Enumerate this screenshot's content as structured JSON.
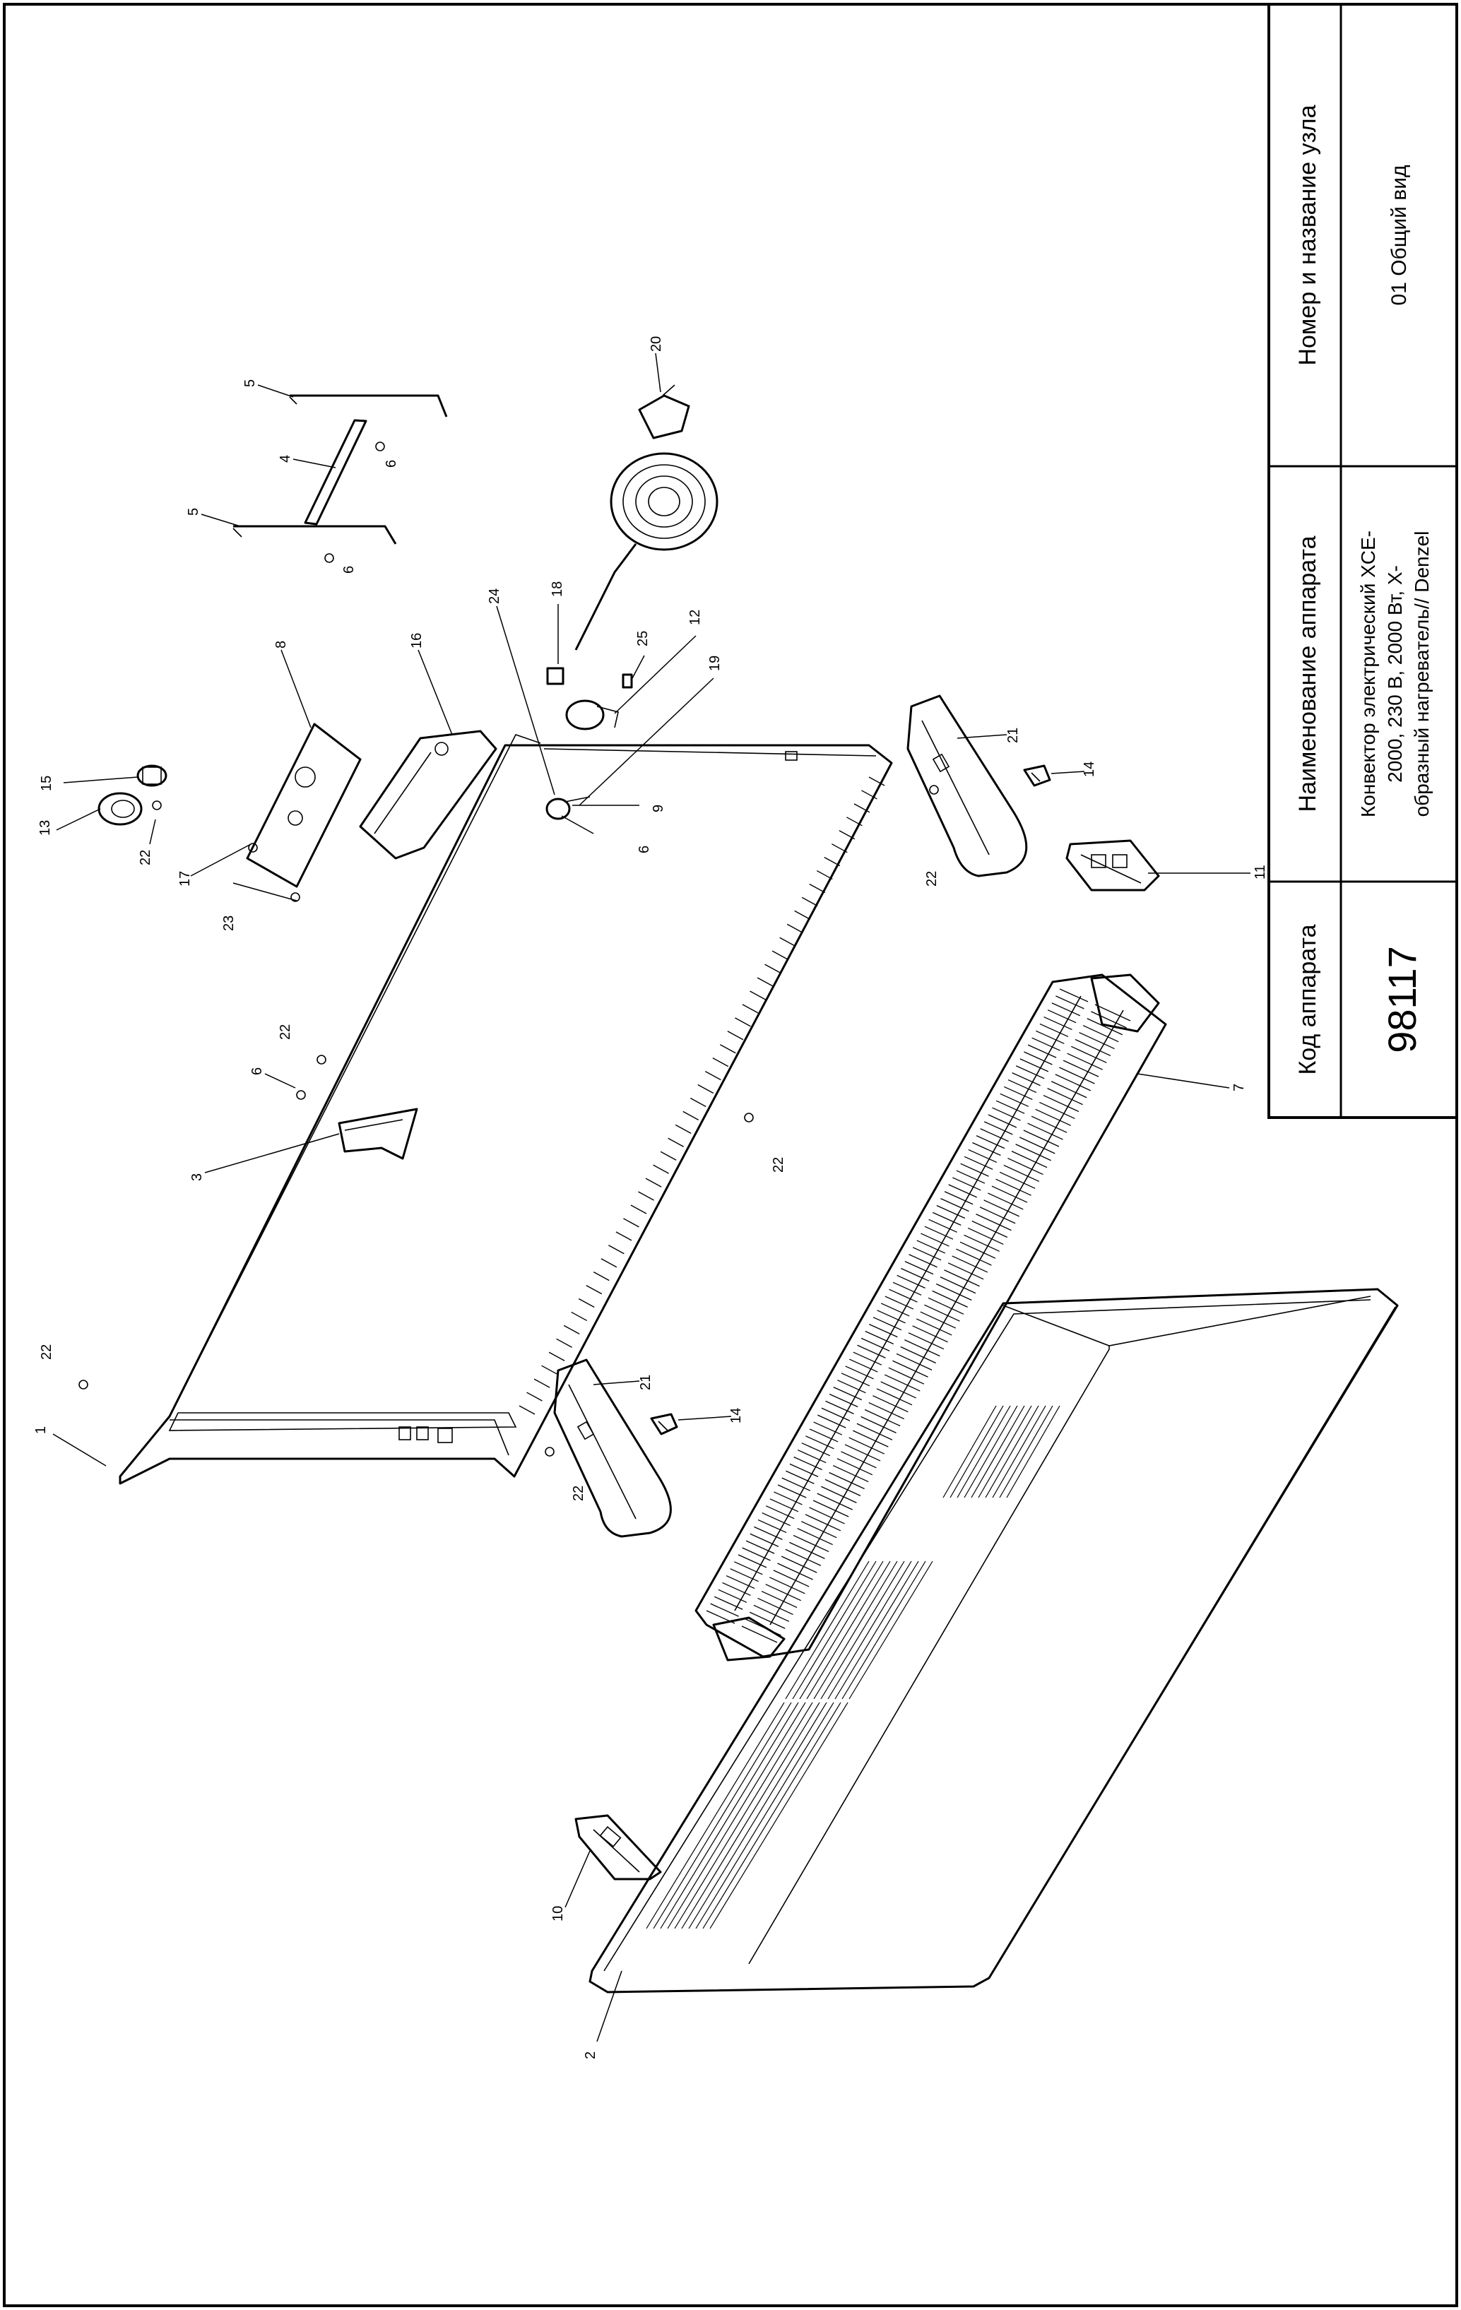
{
  "title_block": {
    "code_header": "Код аппарата",
    "code_value": "98117",
    "name_header": "Наименование аппарата",
    "name_lines": [
      "Конвектор электрический XCE-",
      "2000, 230 В, 2000 Вт, X-",
      "образный нагреватель// Denzel"
    ],
    "node_header": "Номер и название узла",
    "node_value": "01 Общий вид"
  },
  "callouts": [
    {
      "label": "1"
    },
    {
      "label": "2"
    },
    {
      "label": "3"
    },
    {
      "label": "4"
    },
    {
      "label": "5"
    },
    {
      "label": "5"
    },
    {
      "label": "6"
    },
    {
      "label": "6"
    },
    {
      "label": "6"
    },
    {
      "label": "6"
    },
    {
      "label": "7"
    },
    {
      "label": "8"
    },
    {
      "label": "9"
    },
    {
      "label": "10"
    },
    {
      "label": "11"
    },
    {
      "label": "12"
    },
    {
      "label": "13"
    },
    {
      "label": "14"
    },
    {
      "label": "14"
    },
    {
      "label": "15"
    },
    {
      "label": "16"
    },
    {
      "label": "17"
    },
    {
      "label": "18"
    },
    {
      "label": "19"
    },
    {
      "label": "20"
    },
    {
      "label": "21"
    },
    {
      "label": "21"
    },
    {
      "label": "22"
    },
    {
      "label": "22"
    },
    {
      "label": "22"
    },
    {
      "label": "22"
    },
    {
      "label": "22"
    },
    {
      "label": "22"
    },
    {
      "label": "23"
    },
    {
      "label": "24"
    },
    {
      "label": "25"
    }
  ]
}
